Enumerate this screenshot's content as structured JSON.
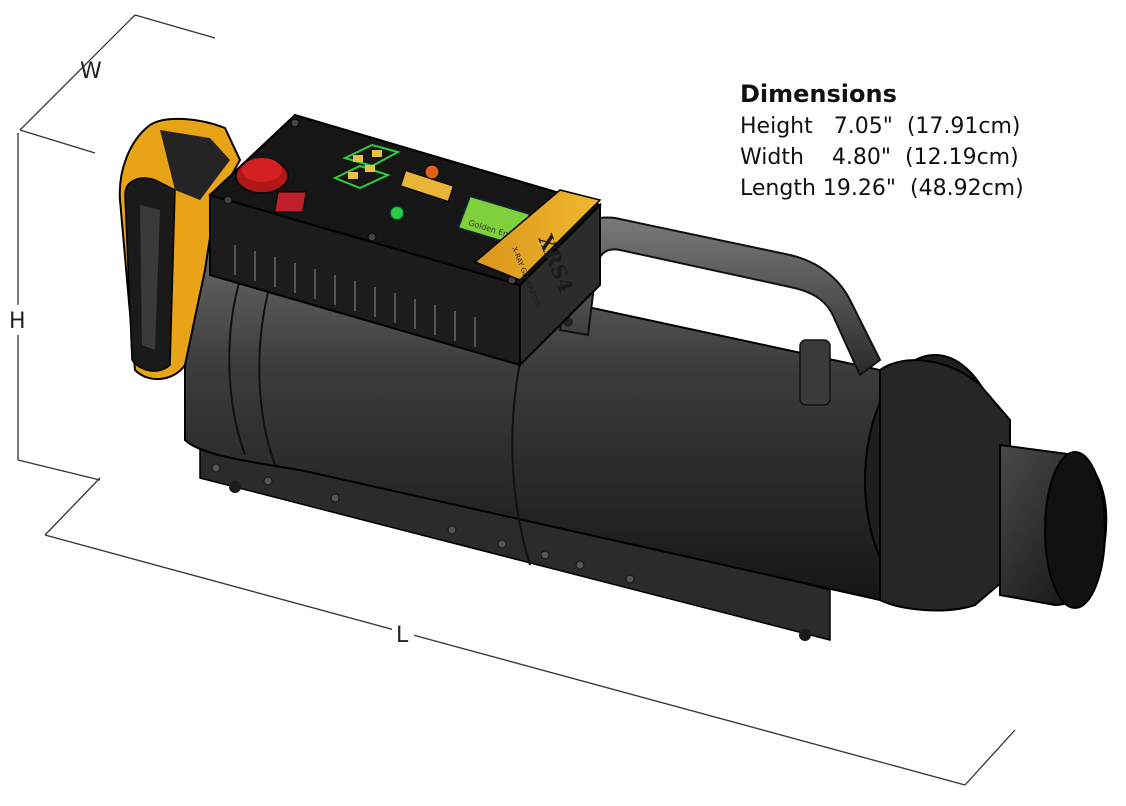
{
  "dimension_labels": {
    "width": "W",
    "height": "H",
    "length": "L"
  },
  "specs": {
    "title": "Dimensions",
    "rows": [
      {
        "name": "Height",
        "inches": "7.05\"",
        "cm": "(17.91cm)"
      },
      {
        "name": "Width",
        "inches": "4.80\"",
        "cm": "(12.19cm)"
      },
      {
        "name": "Length",
        "inches": "19.26\"",
        "cm": "(48.92cm)"
      }
    ]
  },
  "device": {
    "model_plate": "XRS4",
    "plate_subtext": "X-RAY GENERATOR",
    "brand_mark": "Golden Engineering",
    "colors": {
      "body": "#3a3a3a",
      "accent": "#e8a317",
      "screen": "#7fd13b",
      "button_red": "#d42020",
      "button_green": "#2ecc40"
    }
  }
}
